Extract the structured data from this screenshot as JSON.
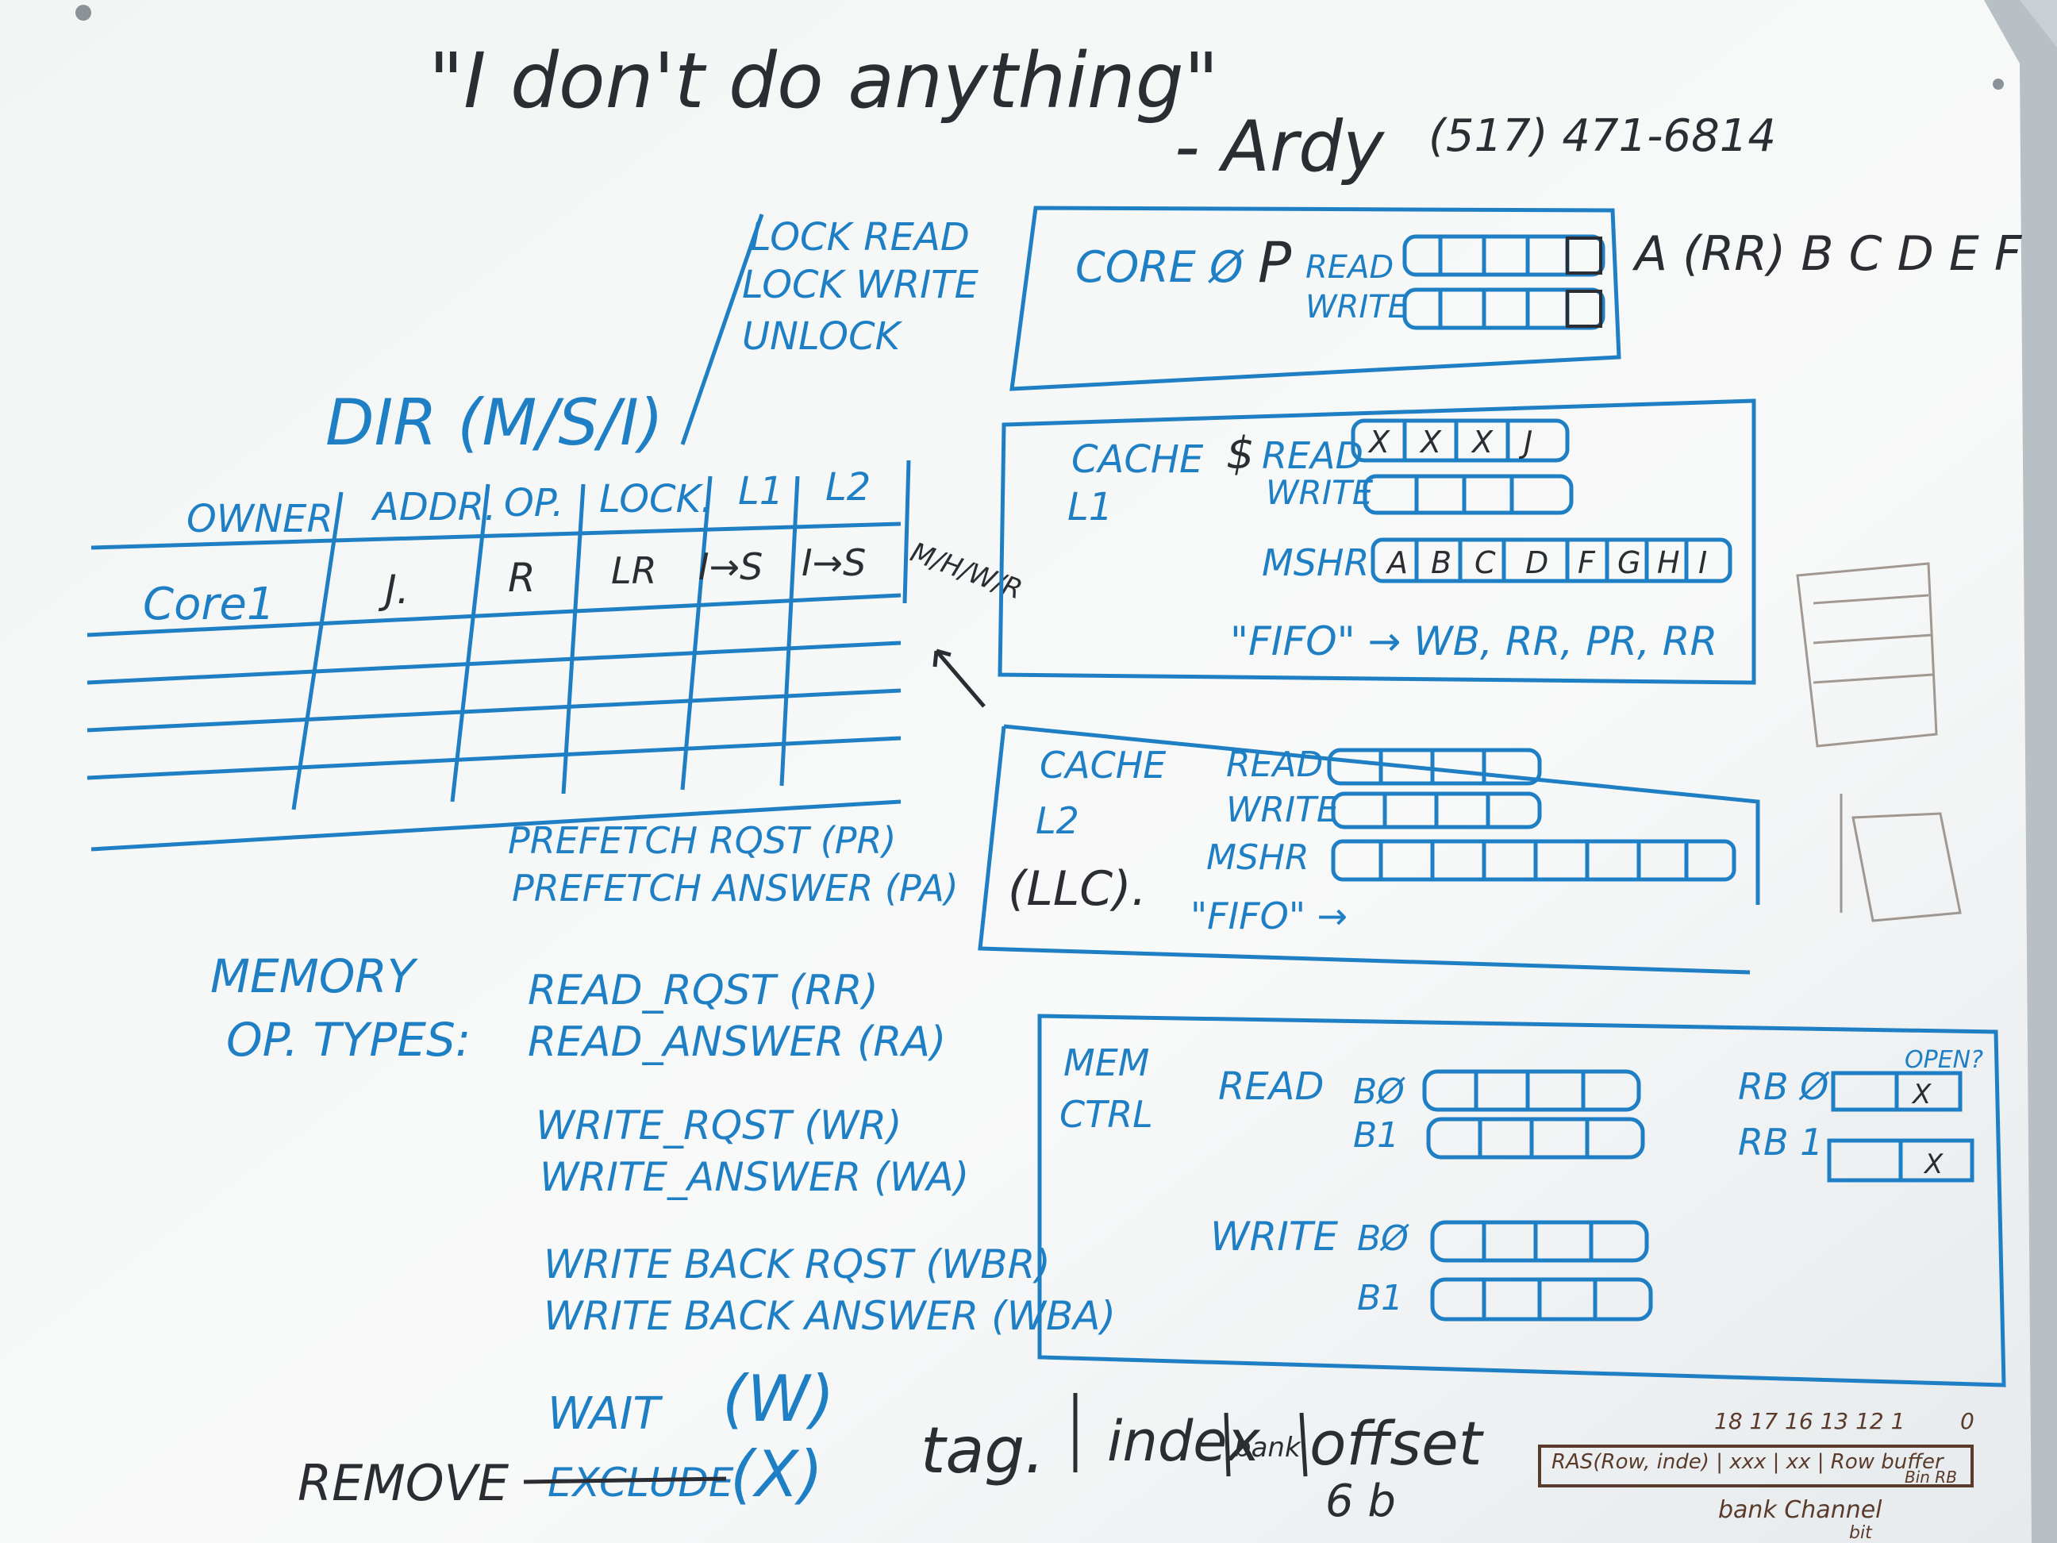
{
  "quote": {
    "text": "\"I don't do anything\"",
    "attribution": "- Ardy",
    "phone": "(517) 471-6814"
  },
  "dir": {
    "title": "DIR (M/S/I)",
    "ops": [
      "LOCK READ",
      "LOCK WRITE",
      "UNLOCK"
    ],
    "headers": [
      "OWNER",
      "ADDR.",
      "OP.",
      "LOCK.",
      "L1",
      "L2"
    ],
    "row1": [
      "Core1",
      "J.",
      "R",
      "LR",
      "I→S",
      "I→S"
    ],
    "side_label": "M/H/W/R"
  },
  "prefetch": {
    "items": [
      "PREFETCH RQST (PR)",
      "PREFETCH ANSWER (PA)"
    ]
  },
  "memory_ops": {
    "label_line1": "MEMORY",
    "label_line2": "OP. TYPES:",
    "items": [
      "READ_RQST (RR)",
      "READ_ANSWER (RA)",
      "WRITE_RQST (WR)",
      "WRITE_ANSWER (WA)",
      "WRITE BACK RQST (WBR)",
      "WRITE BACK ANSWER (WBA)"
    ],
    "wait": "WAIT",
    "wait_code": "(W)",
    "remove": "REMOVE",
    "remove_struck": "EXCLUDE",
    "remove_code": "(X)"
  },
  "core0": {
    "label": "CORE Ø",
    "p": "P",
    "read": "READ",
    "write": "WRITE",
    "side_note": "A (RR) B C D E F"
  },
  "cache_l1": {
    "label1": "CACHE",
    "label2": "L1",
    "dollar": "$",
    "read": "READ",
    "read_cells": [
      "X",
      "X",
      "X",
      "J"
    ],
    "write": "WRITE",
    "mshr": "MSHR",
    "mshr_cells": [
      "A",
      "B",
      "C",
      "D",
      "F",
      "G",
      "H",
      "I"
    ],
    "fifo": "\"FIFO\" → WB, RR, PR, RR"
  },
  "cache_l2": {
    "label1": "CACHE",
    "label2": "L2",
    "label3": "(LLC).",
    "read": "READ",
    "write": "WRITE",
    "mshr": "MSHR",
    "fifo": "\"FIFO\" →"
  },
  "mem_ctrl": {
    "label1": "MEM",
    "label2": "CTRL",
    "read": "READ",
    "write": "WRITE",
    "b0": "BØ",
    "b1": "B1",
    "rb0": "RB Ø",
    "rb1": "RB 1",
    "open": "OPEN?",
    "x": "X"
  },
  "address": {
    "tag": "tag.",
    "index": "index",
    "bank": "bank",
    "offset": "offset",
    "bits": "6 b",
    "fields_top": "18 17 16 13 12 1",
    "fields_mid": "RAS(Row, inde) | xxx | xx | Row buffer",
    "fields_sub": "bank  Channel",
    "fields_sub2": "bit",
    "bin_rb": "Bin RB",
    "zero": "0"
  },
  "colors": {
    "marker_blue": "#1f7fc4",
    "marker_dark": "#2b2d33",
    "marker_brown": "#5a3a2a",
    "board": "#f6f8f8"
  }
}
